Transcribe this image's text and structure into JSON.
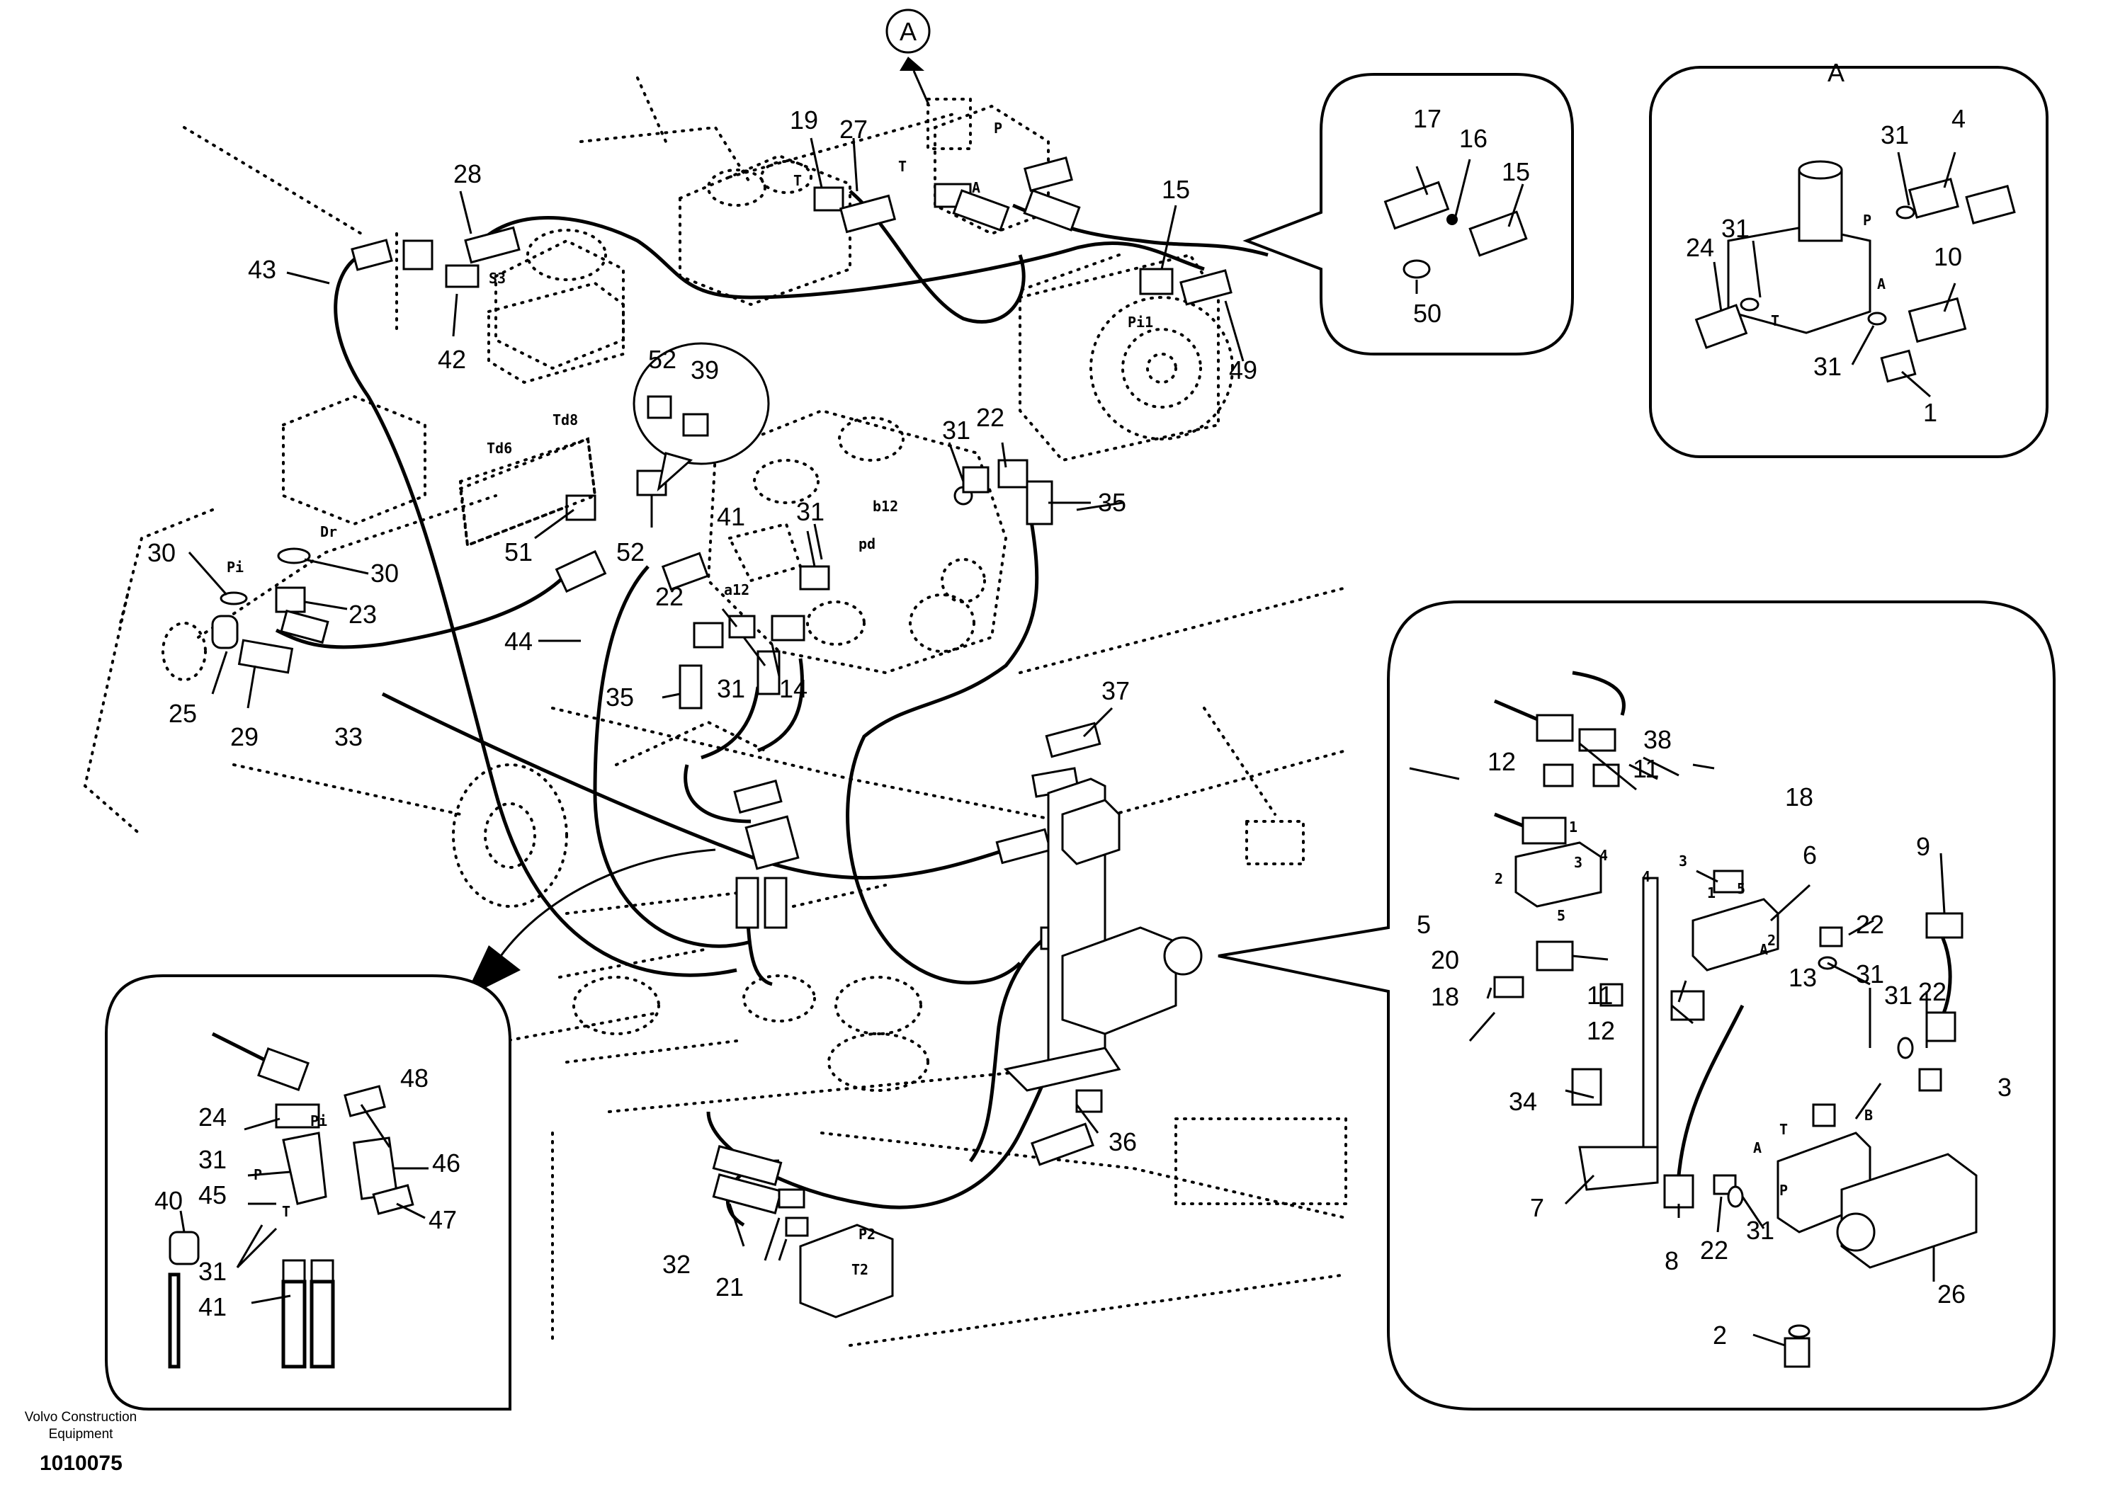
{
  "detail_marker": "A",
  "detail_a_title": "A",
  "callouts_main": [
    "28",
    "43",
    "42",
    "19",
    "27",
    "15",
    "49",
    "52",
    "39",
    "51",
    "52",
    "30",
    "30",
    "23",
    "25",
    "29",
    "33",
    "44",
    "41",
    "31",
    "31",
    "22",
    "35",
    "35",
    "22",
    "31",
    "14",
    "37",
    "32",
    "21",
    "36"
  ],
  "callouts_detail_15": [
    "17",
    "16",
    "15",
    "50"
  ],
  "callouts_detail_a": [
    "31",
    "4",
    "31",
    "24",
    "10",
    "31",
    "1"
  ],
  "callouts_detail_valve": [
    "38",
    "12",
    "11",
    "18",
    "6",
    "9",
    "5",
    "20",
    "18",
    "22",
    "11",
    "12",
    "31",
    "22",
    "13",
    "31",
    "34",
    "3",
    "7",
    "8",
    "22",
    "31",
    "2",
    "26"
  ],
  "callouts_detail_block": [
    "48",
    "24",
    "31",
    "46",
    "45",
    "47",
    "40",
    "31",
    "41"
  ],
  "port_labels": [
    "S3",
    "T",
    "T",
    "P",
    "A",
    "Pi1",
    "Td8",
    "Td6",
    "Dr",
    "Pi",
    "pd",
    "a12",
    "b12",
    "P2",
    "T2",
    "P",
    "T",
    "A",
    "1",
    "2",
    "3",
    "4",
    "5",
    "1",
    "2",
    "3",
    "4",
    "5",
    "A",
    "B",
    "T",
    "P",
    "A",
    "Pi",
    "P",
    "T"
  ],
  "footer": {
    "company_line1": "Volvo Construction",
    "company_line2": "Equipment",
    "doc_number": "1010075"
  }
}
